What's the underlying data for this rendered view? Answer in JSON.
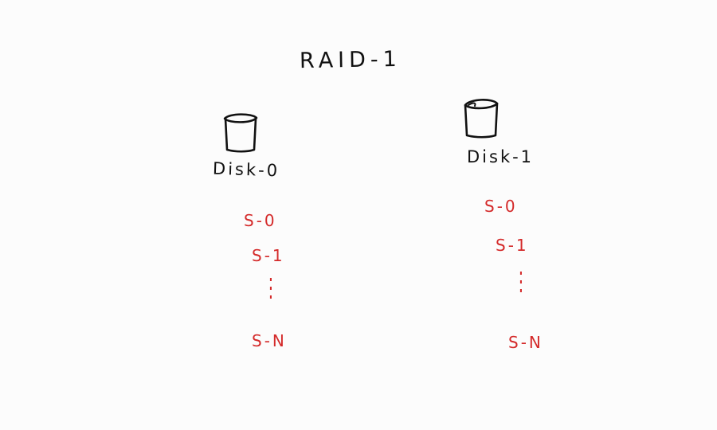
{
  "diagram": {
    "title": "RAID-1",
    "disks": [
      {
        "label": "Disk-0",
        "sectors": [
          "S-0",
          "S-1",
          "S-N"
        ],
        "ellipsis": "⋮"
      },
      {
        "label": "Disk-1",
        "sectors": [
          "S-0",
          "S-1",
          "S-N"
        ],
        "ellipsis": "⋮"
      }
    ],
    "colors": {
      "ink": "#111111",
      "sector": "#d42a2a",
      "background": "#fcfcfc"
    },
    "icons": [
      "disk-icon"
    ]
  }
}
